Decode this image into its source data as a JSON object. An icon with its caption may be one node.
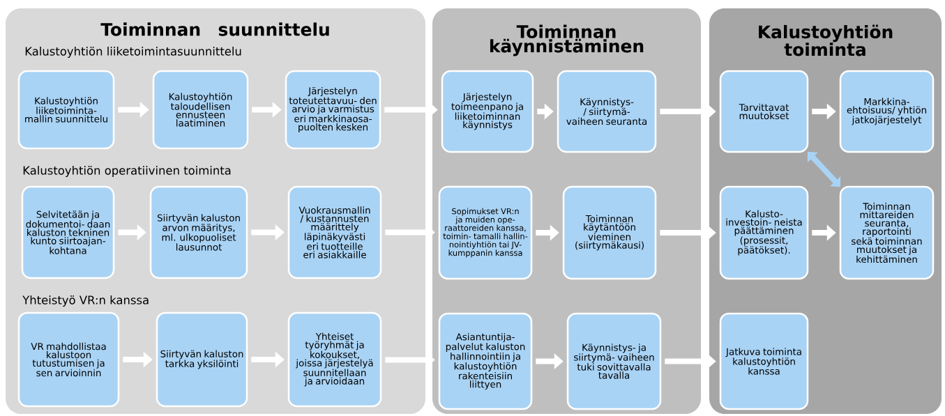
{
  "diagram": {
    "nodes": [
      {
        "text": [
          "Toiminnan suunnittelu"
        ]
      },
      {
        "text": [
          "Kalustoyhtiön liiketoiminta- mallin suunnittelu"
        ],
        "in": 0
      },
      {
        "text": [
          "Kalustoyhtiön taloudellisen ennusteen laatiminen"
        ],
        "in": 0
      },
      {
        "text": [
          "Järjestelyn toteutettavuu- den arvio ja varmistus eri markkinaosa- puolten kesken"
        ],
        "in": 0
      },
      {
        "text": [
          "Selvitetään ja dokumentoi- daan kaluston tekninen kunto siirtoajan- kohtana"
        ],
        "in": 0
      },
      {
        "text": [
          "Siirtyvän kaluston arvon määritys, ml. ulkopuoliset lausunnot"
        ],
        "in": 0
      },
      {
        "text": [
          "Vuokrausmallin / kustannusten määrittely läpinäkyvästi eri tuotteille eri asiakkaille"
        ],
        "in": 0
      },
      {
        "text": [
          "VR mahdollistaa kalustoon tutustumisen ja sen arvioinnin"
        ],
        "in": 0
      },
      {
        "text": [
          "Siirtyvän kaluston tarkka yksilöinti"
        ],
        "in": 0
      },
      {
        "text": [
          "Yhteiset työryhmät ja kokoukset, joissa järjestelyä suunnitellaan ja arvioidaan"
        ],
        "in": 0
      },
      {
        "text": [
          "Toiminnan käynnistäminen"
        ]
      },
      {
        "text": [
          "Järjestelyn toimeenpano ja liiketoiminnan käynnistys"
        ],
        "in": 10
      },
      {
        "text": [
          "Käynnistys-/ siirtymä- vaiheen seuranta"
        ],
        "in": 10
      },
      {
        "text": [
          "Sopimukset VR:n ja muiden ope- raattoreiden kanssa, toimin- tamalli hallin- nointiyhtiön tai JV-kumppanin kanssa"
        ],
        "in": 10
      },
      {
        "text": [
          "Toiminnan käytäntöön vieminen (siirtymäkausi)"
        ],
        "in": 10
      },
      {
        "text": [
          "Asiantuntija- palvelut kaluston hallinnointiin ja kalustoyhtiön rakenteisiin liittyen"
        ],
        "in": 10
      },
      {
        "text": [
          "Käynnistys- ja siirtymä- vaiheen tuki sovittavalla tavalla"
        ],
        "in": 10
      },
      {
        "text": [
          "Kalustoyhtiön toiminta"
        ]
      },
      {
        "text": [
          "Tarvittavat muutokset"
        ],
        "in": 17
      },
      {
        "text": [
          "Markkina- ehtoisuus/ yhtiön jatkojärjestelyt"
        ],
        "in": 17
      },
      {
        "text": [
          "Kalusto- investoin- neista päättäminen (prosessit, päätökset)."
        ],
        "in": 17
      },
      {
        "text": [
          "Toiminnan mittareiden seuranta, raportointi sekä toiminnan muutokset ja kehittäminen"
        ],
        "in": 17
      },
      {
        "text": [
          "Jatkuva toiminta kalustoyhtiön kanssa"
        ],
        "in": 17
      }
    ],
    "edges": [
      {
        "from": 1,
        "to": 2,
        "arrow": "to"
      },
      {
        "from": 2,
        "to": 3,
        "arrow": "to"
      },
      {
        "from": 3,
        "to": 11,
        "arrow": "to"
      },
      {
        "from": 4,
        "to": 5,
        "arrow": "to"
      },
      {
        "from": 5,
        "to": 6,
        "arrow": "to"
      },
      {
        "from": 6,
        "to": 13,
        "arrow": "to"
      },
      {
        "from": 7,
        "to": 8,
        "arrow": "to"
      },
      {
        "from": 8,
        "to": 9,
        "arrow": "to"
      },
      {
        "from": 9,
        "to": 15,
        "arrow": "to"
      },
      {
        "from": 11,
        "to": 12,
        "arrow": "to"
      },
      {
        "from": 12,
        "to": 18,
        "arrow": "to"
      },
      {
        "from": 13,
        "to": 14,
        "arrow": "to"
      },
      {
        "from": 14,
        "to": 20,
        "arrow": "to"
      },
      {
        "from": 15,
        "to": 16,
        "arrow": "to"
      },
      {
        "from": 16,
        "to": 22,
        "arrow": "to"
      },
      {
        "from": 18,
        "to": 19,
        "arrow": "to"
      },
      {
        "from": 20,
        "to": 21,
        "arrow": "to"
      },
      {
        "from": 18,
        "to": 21,
        "arrow": "both",
        "color": "#a9d3f5"
      }
    ],
    "labels": [
      "Kalustoyhtiön liiketoimintasuunnittelu",
      "Kalustoyhtiön operatiivinen toiminta",
      "Yhteistyö VR:n kanssa"
    ]
  }
}
